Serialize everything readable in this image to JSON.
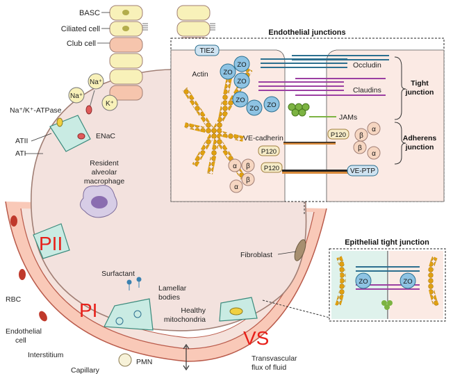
{
  "colors": {
    "alveolus_fill": "#f3e2de",
    "capillary_fill": "#f9c9b8",
    "capillary_line": "#b95a4a",
    "cell_outline": "#a07e74",
    "inset_bg": "#fbeae4",
    "zo_blue": "#8ec3e3",
    "claudin_purple": "#9b3fa2",
    "occludin_blue": "#2b6f8f",
    "jam_green": "#7cb342",
    "actin_gold": "#e0a010",
    "alpha_beta_fill": "#f6d6c1",
    "red_annotation": "#e8201a",
    "label_blue_fill": "#cfe3f1",
    "club_cell_fill": "#f6c5ad",
    "ciliated_fill": "#f8f1b9",
    "epithelium_teal": "#c9ebe3"
  },
  "airway_cells": {
    "basc": "BASC",
    "ciliated": "Ciliated cell",
    "club": "Club cell"
  },
  "ions": {
    "na": "Na⁺",
    "k": "K⁺"
  },
  "left_labels": {
    "pump": "Na⁺/K⁺-ATPase",
    "enac": "ENaC",
    "atii": "ATII",
    "ati": "ATI",
    "macrophage": "Resident alveolar macrophage",
    "rbc": "RBC",
    "endothelial_cell": "Endothelial cell",
    "interstitium": "Interstitium",
    "capillary": "Capillary",
    "pmn": "PMN",
    "transvascular": "Transvascular flux of fluid",
    "surfactant": "Surfactant",
    "lamellar": "Lamellar bodies",
    "mitochondria": "Healthy mitochondria",
    "fibroblast": "Fibroblast"
  },
  "annotations": {
    "pii": "PII",
    "pi": "PI",
    "vs": "VS"
  },
  "endothelial_inset": {
    "title": "Endothelial junctions",
    "tie2": "TIE2",
    "actin": "Actin",
    "zo": "ZO",
    "occludin": "Occludin",
    "claudins": "Claudins",
    "jams": "JAMs",
    "tight_junction": "Tight junction",
    "ve_cadherin": "VE-cadherin",
    "p120": "P120",
    "alpha": "α",
    "beta": "β",
    "adherens_junction": "Adherens junction",
    "ve_ptp": "VE-PTP"
  },
  "epithelial_inset": {
    "title": "Epithelial tight junction",
    "zo": "ZO"
  }
}
